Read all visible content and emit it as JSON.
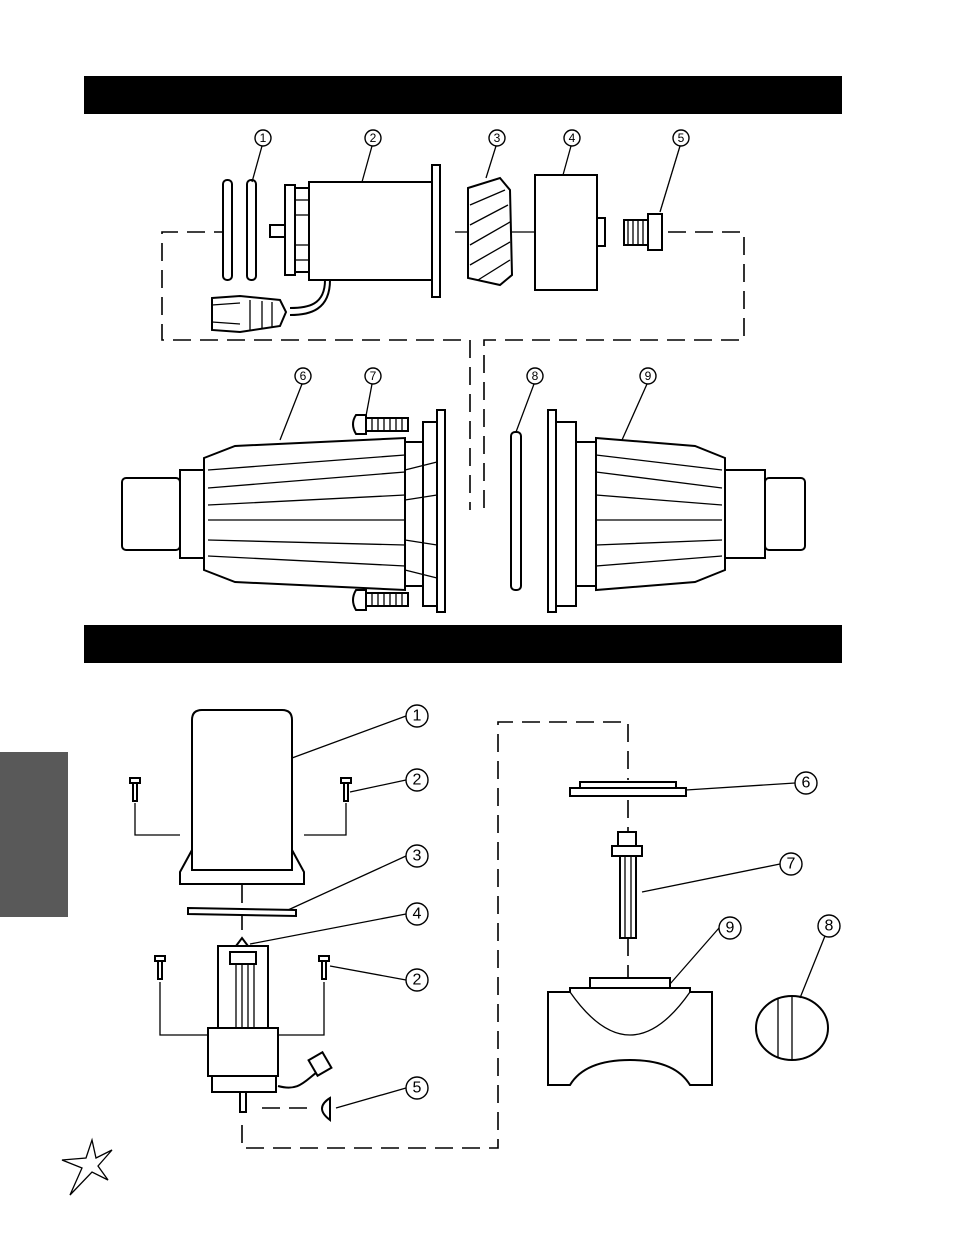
{
  "sections": [
    {
      "id": "top-assembly",
      "title": ""
    },
    {
      "id": "bottom-assembly",
      "title": ""
    }
  ],
  "top_callouts": [
    "1",
    "2",
    "3",
    "4",
    "5",
    "6",
    "7",
    "8",
    "9"
  ],
  "bottom_callouts": [
    "1",
    "2",
    "3",
    "4",
    "2",
    "5",
    "6",
    "7",
    "9",
    "8"
  ],
  "colors": {
    "ink": "#000000",
    "side_tab": "#595959",
    "paper": "#ffffff"
  },
  "logo_icon": "star-logo-icon"
}
